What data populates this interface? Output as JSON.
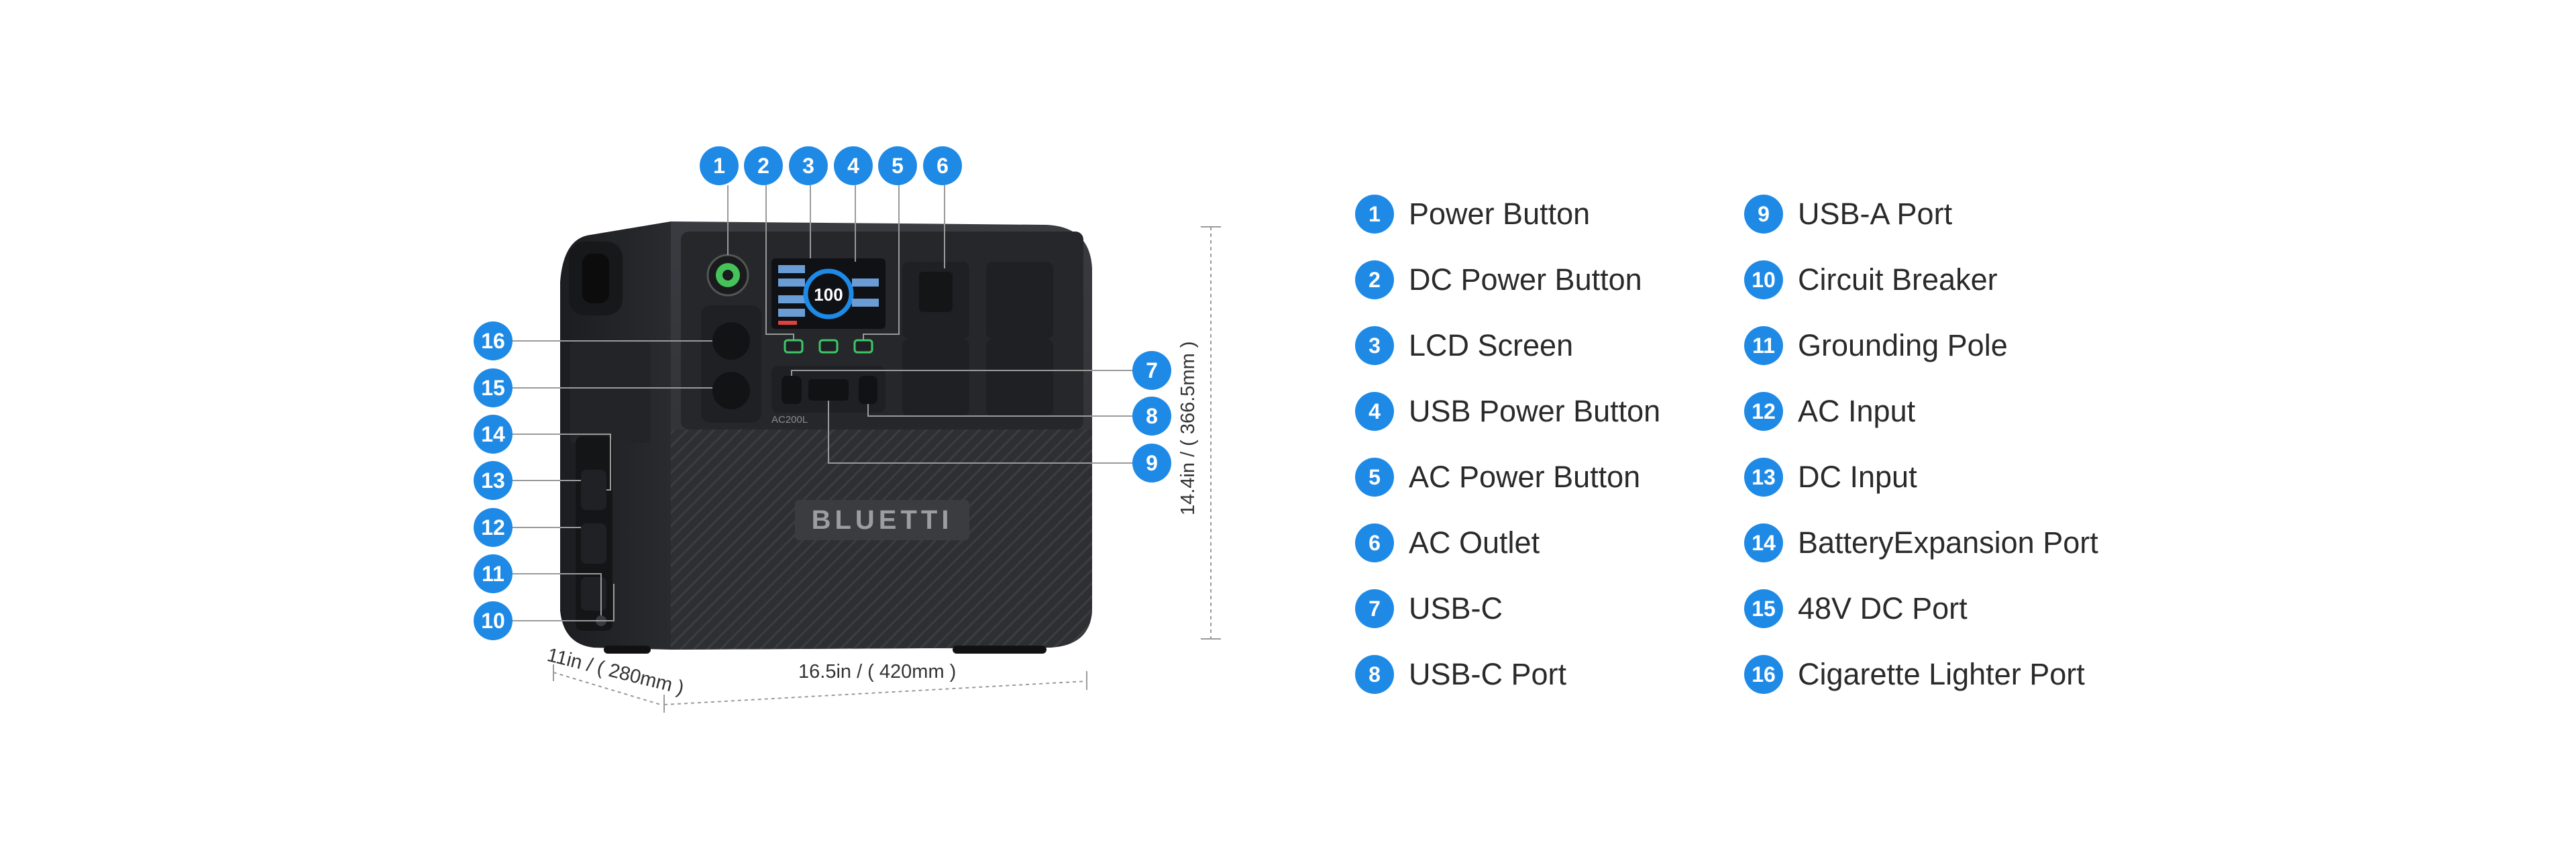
{
  "brand": "BLUETTI",
  "model_label": "AC200L",
  "lcd_reading": "100",
  "colors": {
    "accent": "#1e8ae6",
    "body": "#2b2c2f",
    "text": "#2a2a2a"
  },
  "callouts": [
    "1",
    "2",
    "3",
    "4",
    "5",
    "6",
    "7",
    "8",
    "9",
    "10",
    "11",
    "12",
    "13",
    "14",
    "15",
    "16"
  ],
  "legend": [
    {
      "num": "1",
      "label": "Power Button"
    },
    {
      "num": "2",
      "label": "DC Power Button"
    },
    {
      "num": "3",
      "label": "LCD Screen"
    },
    {
      "num": "4",
      "label": "USB Power Button"
    },
    {
      "num": "5",
      "label": "AC Power Button"
    },
    {
      "num": "6",
      "label": "AC Outlet"
    },
    {
      "num": "7",
      "label": "USB-C"
    },
    {
      "num": "8",
      "label": "USB-C Port"
    },
    {
      "num": "9",
      "label": "USB-A Port"
    },
    {
      "num": "10",
      "label": "Circuit Breaker"
    },
    {
      "num": "11",
      "label": "Grounding Pole"
    },
    {
      "num": "12",
      "label": "AC Input"
    },
    {
      "num": "13",
      "label": "DC Input"
    },
    {
      "num": "14",
      "label": "BatteryExpansion Port"
    },
    {
      "num": "15",
      "label": "48V DC Port"
    },
    {
      "num": "16",
      "label": "Cigarette Lighter Port"
    }
  ],
  "dimensions": {
    "depth": "11in / ( 280mm )",
    "width": "16.5in / ( 420mm )",
    "height": "14.4in / ( 366.5mm )"
  }
}
